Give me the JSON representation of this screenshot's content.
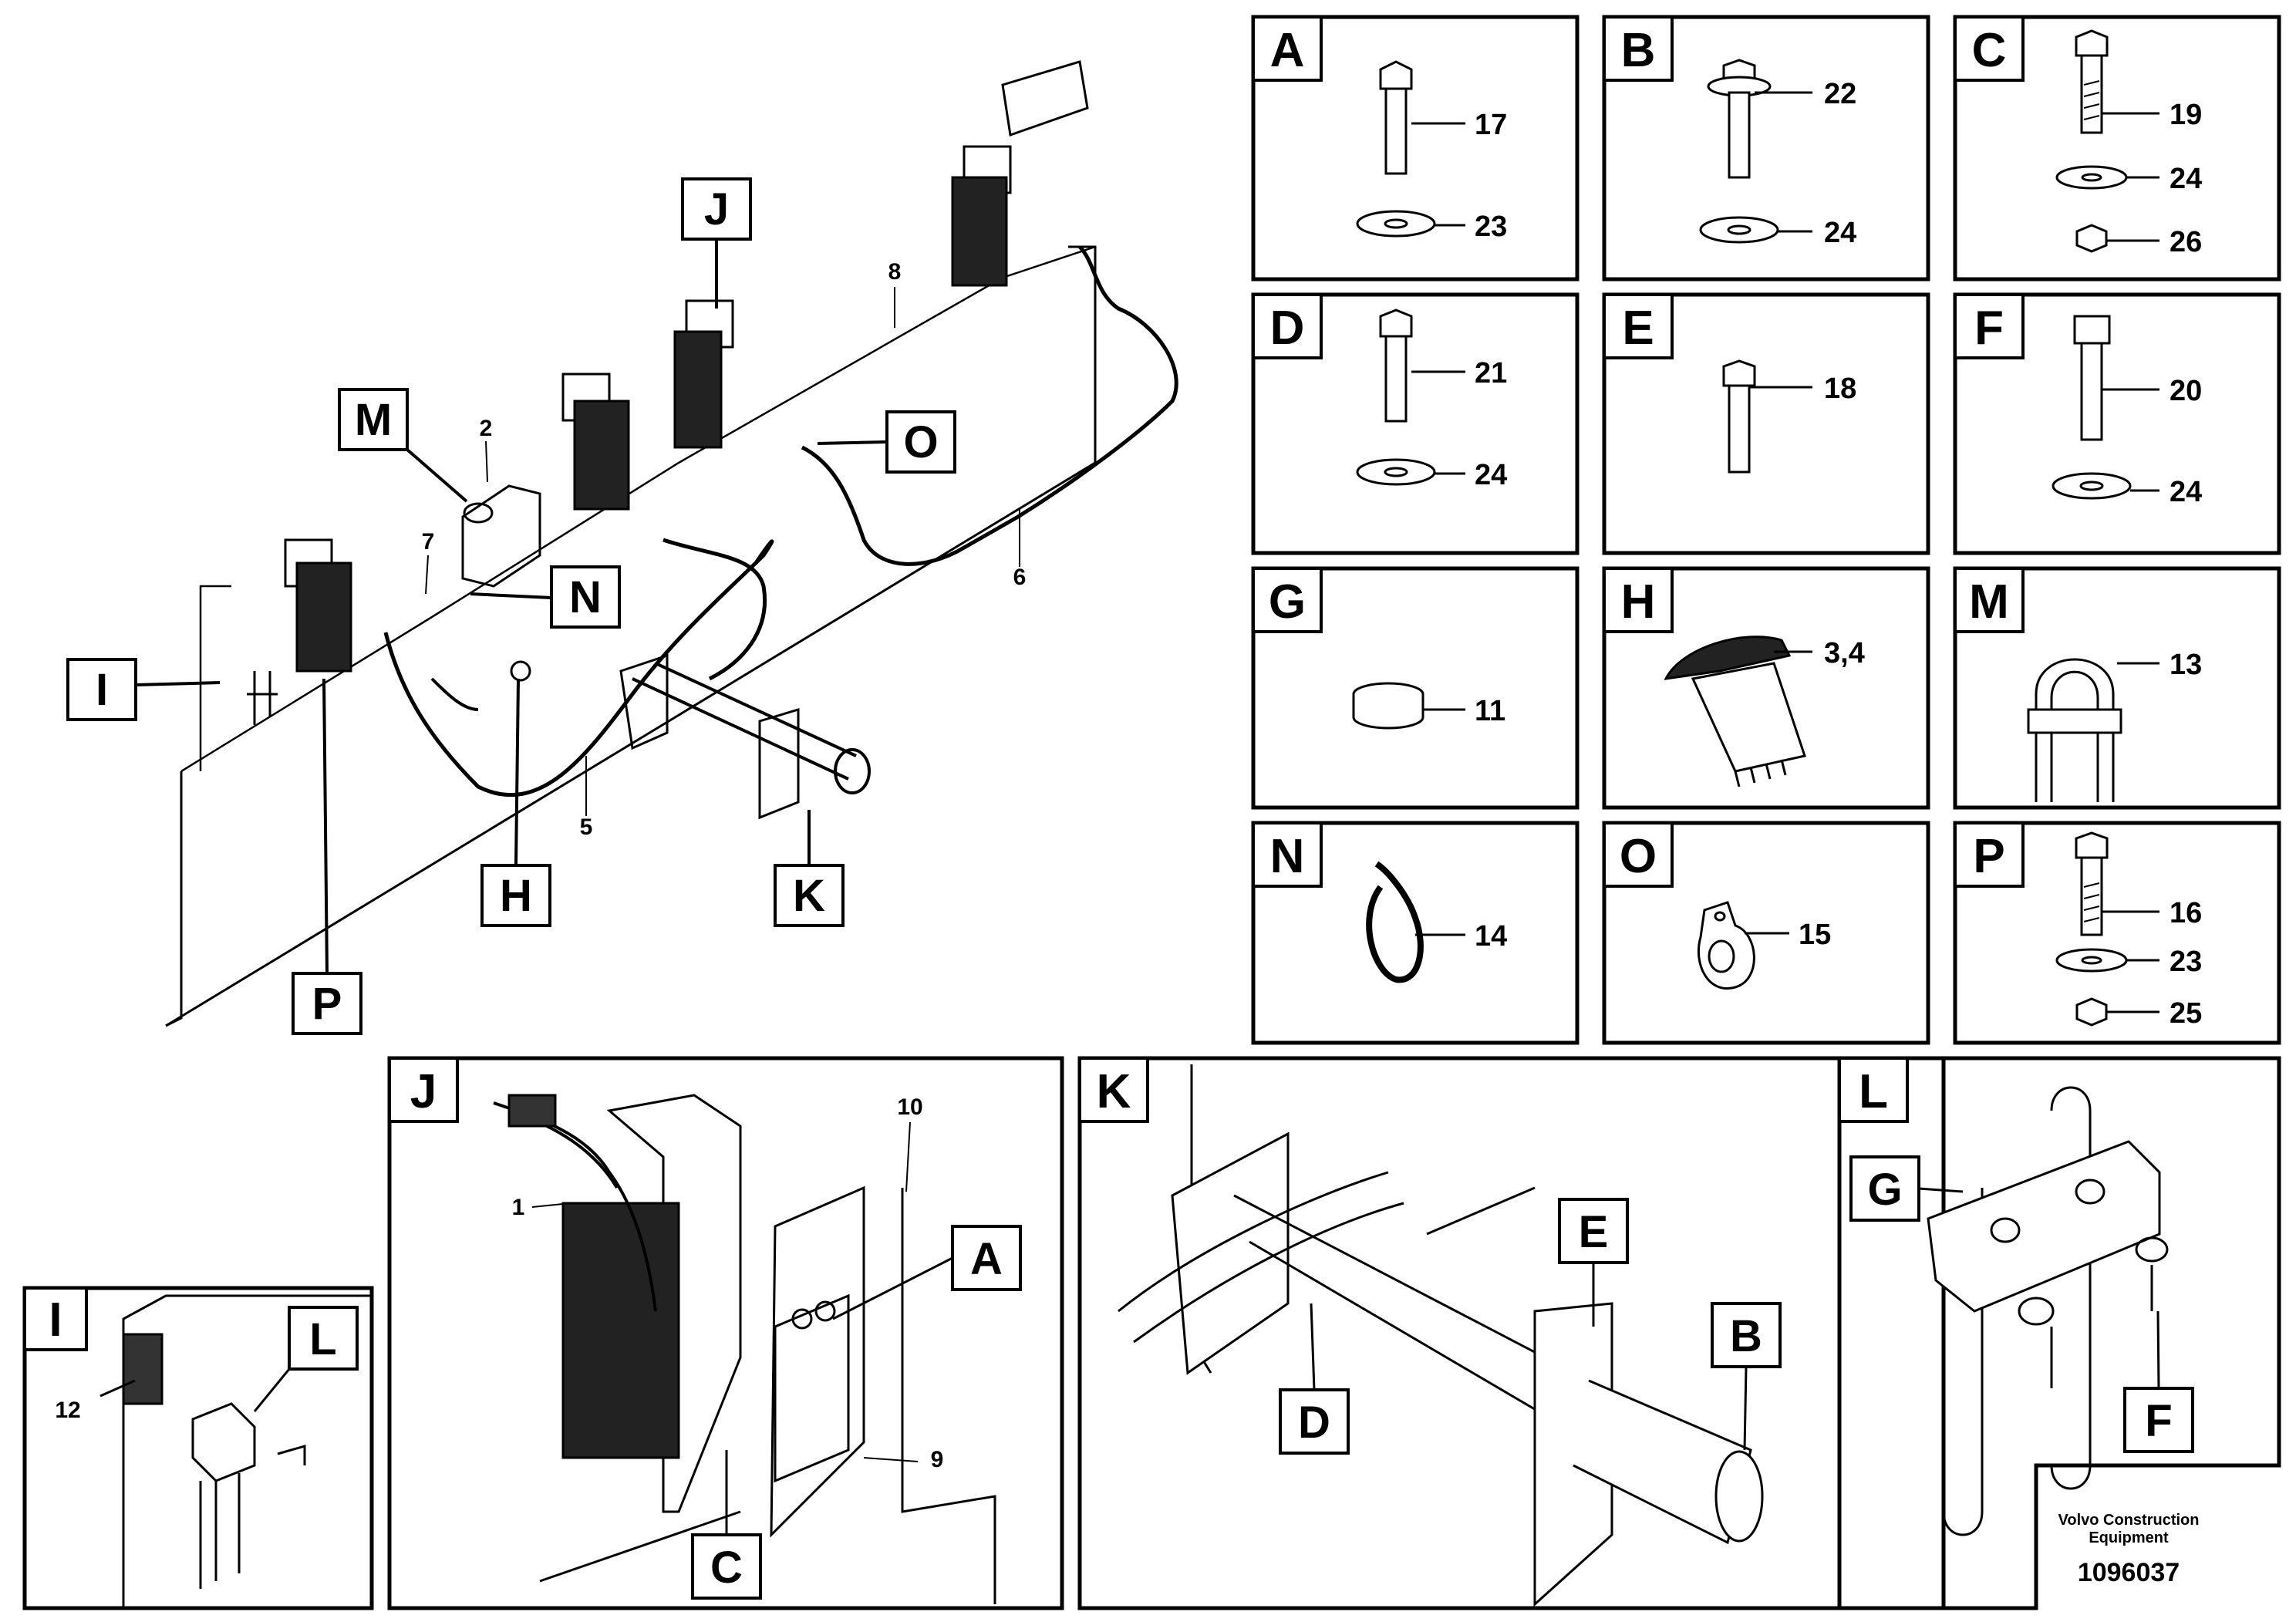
{
  "main_view": {
    "callouts": [
      "A",
      "B",
      "C",
      "D",
      "E",
      "F",
      "G",
      "H",
      "I",
      "J",
      "K",
      "L",
      "M",
      "N",
      "O",
      "P"
    ],
    "numbers": [
      "1",
      "2",
      "5",
      "6",
      "7",
      "8",
      "9",
      "10",
      "12"
    ]
  },
  "detail_panels": [
    {
      "id": "A",
      "parts": [
        "17",
        "23"
      ]
    },
    {
      "id": "B",
      "parts": [
        "22",
        "24"
      ]
    },
    {
      "id": "C",
      "parts": [
        "19",
        "24",
        "26"
      ]
    },
    {
      "id": "D",
      "parts": [
        "21",
        "24"
      ]
    },
    {
      "id": "E",
      "parts": [
        "18"
      ]
    },
    {
      "id": "F",
      "parts": [
        "20",
        "24"
      ]
    },
    {
      "id": "G",
      "parts": [
        "11"
      ]
    },
    {
      "id": "H",
      "parts": [
        "3,4"
      ]
    },
    {
      "id": "M",
      "parts": [
        "13"
      ]
    },
    {
      "id": "N",
      "parts": [
        "14"
      ]
    },
    {
      "id": "O",
      "parts": [
        "15"
      ]
    },
    {
      "id": "P",
      "parts": [
        "16",
        "23",
        "25"
      ]
    }
  ],
  "detail_views": [
    "J",
    "K",
    "L",
    "I"
  ],
  "footer": {
    "org_line1": "Volvo Construction",
    "org_line2": "Equipment",
    "drawing_number": "1096037"
  }
}
